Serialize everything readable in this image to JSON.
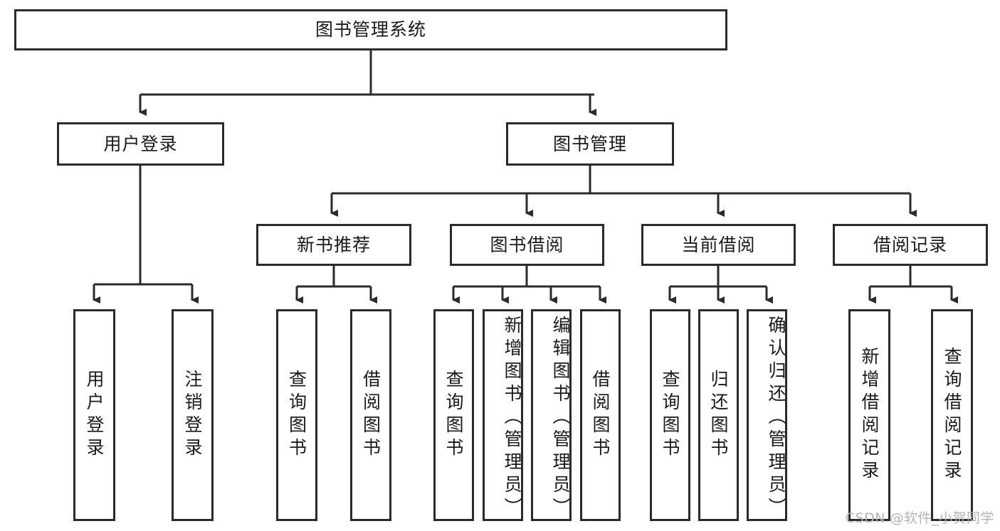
{
  "diagram": {
    "title": "图书管理系统",
    "type": "hierarchy-tree",
    "line_color": "#2b2b2b",
    "box_fill": "#ffffff",
    "text_color": "#1a1a1a",
    "levels": {
      "root": {
        "label": "图书管理系统"
      },
      "level2": [
        {
          "label": "用户登录"
        },
        {
          "label": "图书管理"
        }
      ],
      "level3": [
        {
          "label": "新书推荐"
        },
        {
          "label": "图书借阅"
        },
        {
          "label": "当前借阅"
        },
        {
          "label": "借阅记录"
        }
      ],
      "leaves": {
        "user_login": [
          {
            "label": "用户登录"
          },
          {
            "label": "注销登录"
          }
        ],
        "new_book_recommend": [
          {
            "label": "查询图书"
          },
          {
            "label": "借阅图书"
          }
        ],
        "book_borrow": [
          {
            "label": "查询图书"
          },
          {
            "label": "新增图书（管理员）"
          },
          {
            "label": "编辑图书（管理员）"
          },
          {
            "label": "借阅图书"
          }
        ],
        "current_borrow": [
          {
            "label": "查询图书"
          },
          {
            "label": "归还图书"
          },
          {
            "label": "确认归还（管理员）"
          }
        ],
        "borrow_record": [
          {
            "label": "新增借阅记录"
          },
          {
            "label": "查询借阅记录"
          }
        ]
      }
    }
  },
  "watermark": {
    "text": "CSDN @软件_小贺同学",
    "color": "#b4b4b4"
  }
}
